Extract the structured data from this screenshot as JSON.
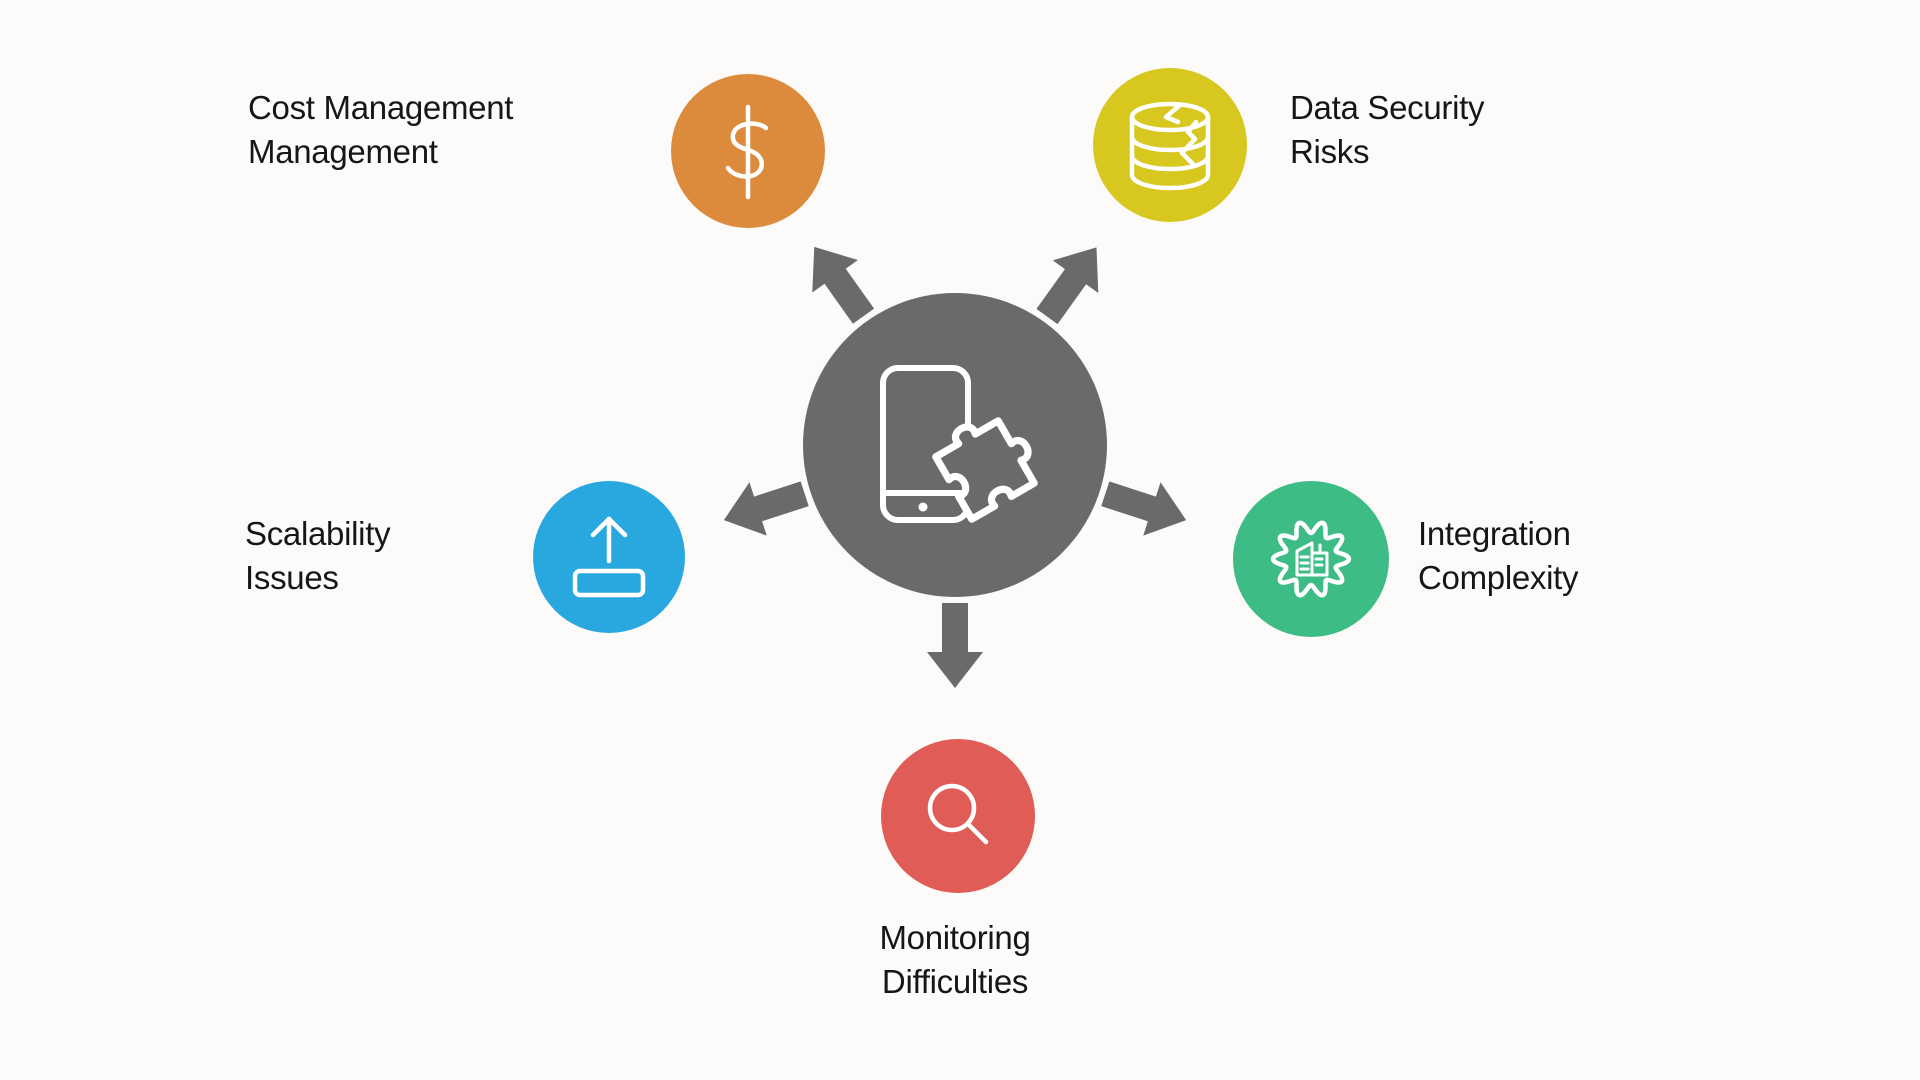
{
  "page": {
    "background_color": "#fcfbf9",
    "text_color": "#161616"
  },
  "center": {
    "icon": "phone-puzzle-icon",
    "color": "#6a6a69"
  },
  "arrows": {
    "color": "#6a6a69"
  },
  "nodes": [
    {
      "id": "cost-management",
      "lines": [
        "Cost Management",
        "Management"
      ],
      "color": "#dc8b3d",
      "icon": "dollar-icon"
    },
    {
      "id": "data-security",
      "lines": [
        "Data Security",
        "Risks"
      ],
      "color": "#d8c71f",
      "icon": "cracked-database-icon"
    },
    {
      "id": "scalability",
      "lines": [
        "Scalability",
        "Issues"
      ],
      "color": "#29a8e0",
      "icon": "upload-icon"
    },
    {
      "id": "integration",
      "lines": [
        "Integration",
        "Complexity"
      ],
      "color": "#3ebc86",
      "icon": "gear-building-icon"
    },
    {
      "id": "monitoring",
      "lines": [
        "Monitoring",
        "Difficulties"
      ],
      "color": "#e05c56",
      "icon": "magnifier-icon"
    }
  ]
}
